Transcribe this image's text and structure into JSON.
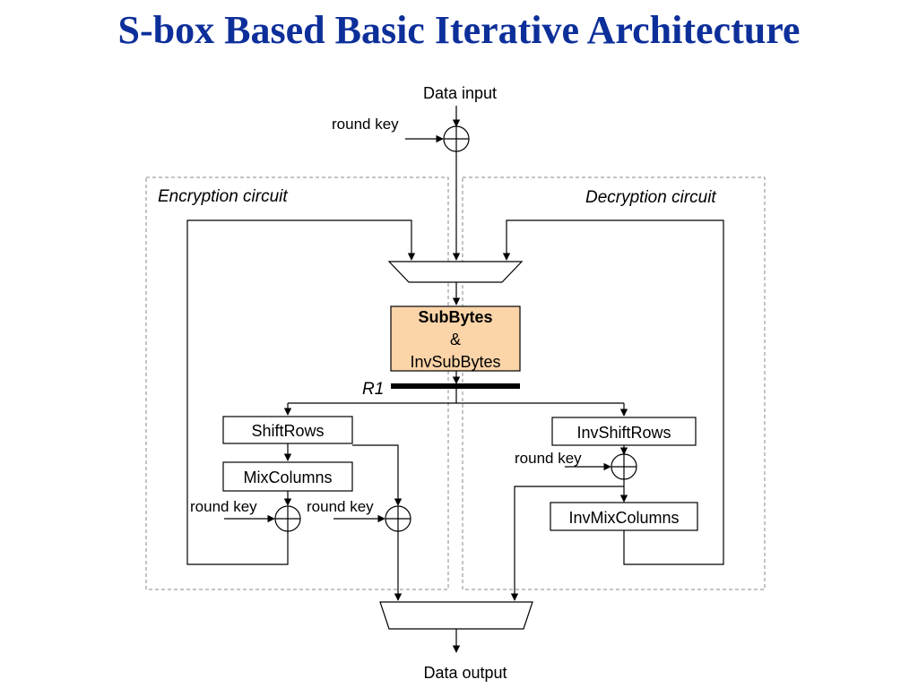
{
  "title": "S-box Based Basic Iterative Architecture",
  "diagram": {
    "data_input": "Data input",
    "data_output": "Data output",
    "round_key": "round key",
    "encryption_label": "Encryption circuit",
    "decryption_label": "Decryption circuit",
    "subbytes_line1": "SubBytes",
    "subbytes_line2": "&",
    "subbytes_line3": "InvSubBytes",
    "register_label": "R1",
    "shiftrows": "ShiftRows",
    "mixcolumns": "MixColumns",
    "invshiftrows": "InvShiftRows",
    "invmixcolumns": "InvMixColumns",
    "colors": {
      "title": "#0d2f9a",
      "subbytes_fill": "#fbd4a8",
      "dashed_border": "#888888"
    }
  }
}
